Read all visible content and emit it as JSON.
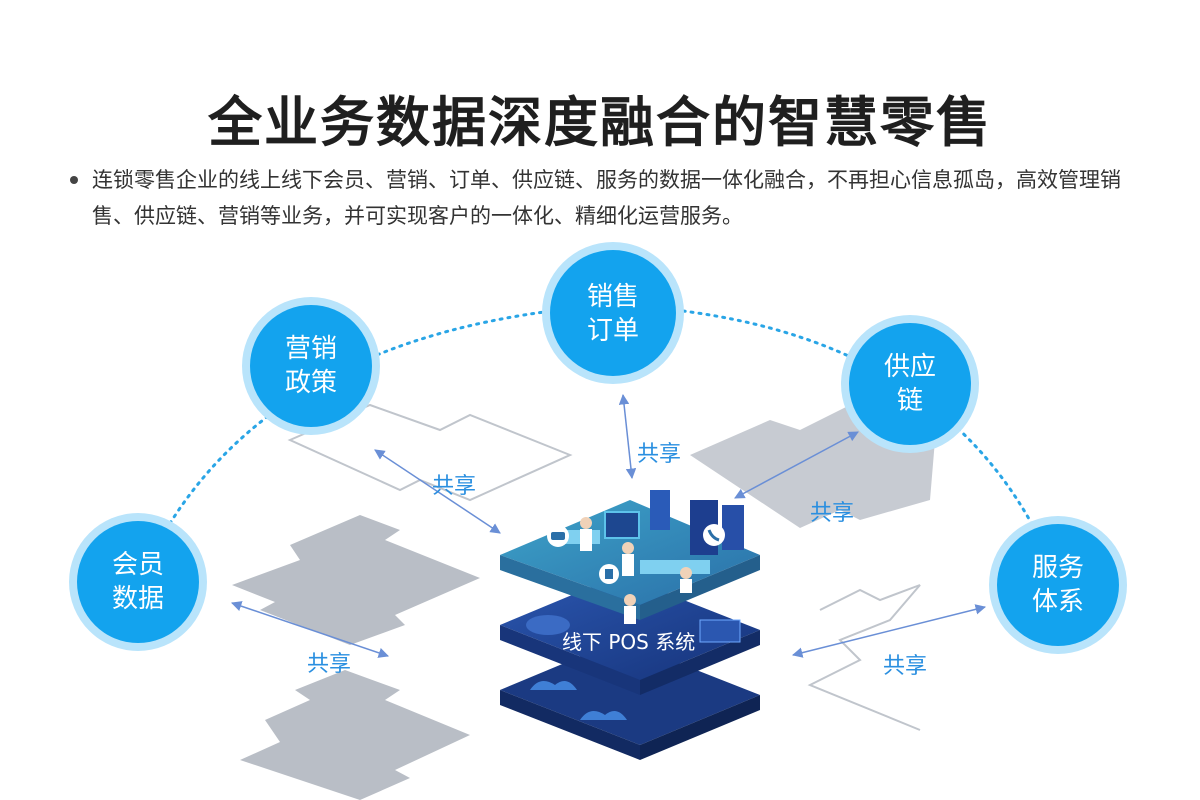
{
  "title": "全业务数据深度融合的智慧零售",
  "description": "连锁零售企业的线上线下会员、营销、订单、供应链、服务的数据一体化融合，不再担心信息孤岛，高效管理销售、供应链、营销等业务，并可实现客户的一体化、精细化运营服务。",
  "center": {
    "label": "线下 POS 系统"
  },
  "nodes": [
    {
      "id": "member",
      "label": "会员\n数据"
    },
    {
      "id": "marketing",
      "label": "营销\n政策"
    },
    {
      "id": "sales",
      "label": "销售\n订单"
    },
    {
      "id": "supply",
      "label": "供应\n链"
    },
    {
      "id": "service",
      "label": "服务\n体系"
    }
  ],
  "share_labels": [
    "共享",
    "共享",
    "共享",
    "共享",
    "共享"
  ],
  "colors": {
    "node_fill": "#13a3ee",
    "node_ring": "#b9e4fb",
    "dots": "#29a5e6",
    "arrow": "#6a8fd6",
    "share_text": "#2a8fe0",
    "platform": "#1f3f8c",
    "gray_shape": "#b9bec6"
  }
}
